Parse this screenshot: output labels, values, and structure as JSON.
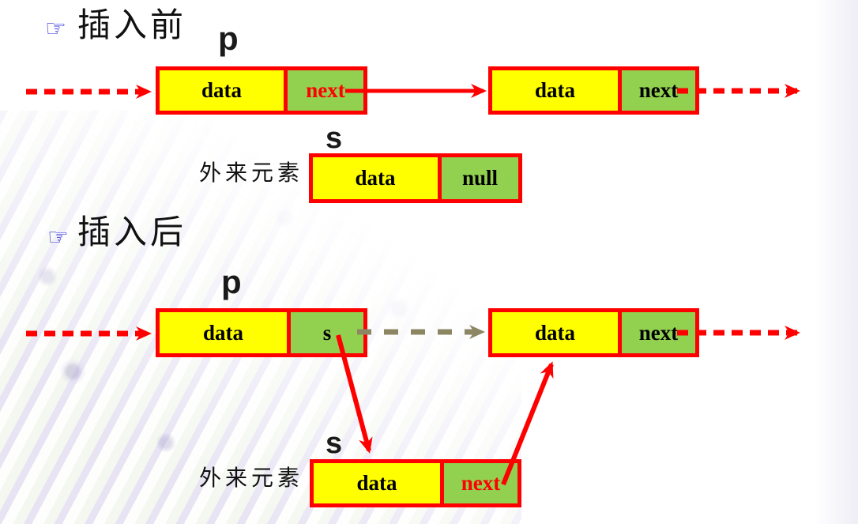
{
  "colors": {
    "node_border": "#ff0000",
    "data_cell": "#ffff00",
    "pointer_cell": "#92d050",
    "arrow_red": "#ff0000",
    "arrow_olive": "#8c8663",
    "bullet_blue": "#2b2bd6",
    "text_red": "#ff0000"
  },
  "sections": {
    "before": {
      "bullet": "☞",
      "title": "插入前",
      "pointer_label": "p",
      "s_label": "s",
      "external_label": "外来元素",
      "node1": {
        "data": "data",
        "next": "next"
      },
      "node2": {
        "data": "data",
        "next": "next"
      },
      "s_node": {
        "data": "data",
        "next": "null"
      }
    },
    "after": {
      "bullet": "☞",
      "title": "插入后",
      "pointer_label": "p",
      "s_label": "s",
      "external_label": "外来元素",
      "node1": {
        "data": "data",
        "next": "s"
      },
      "node2": {
        "data": "data",
        "next": "next"
      },
      "s_node": {
        "data": "data",
        "next": "next"
      }
    }
  }
}
